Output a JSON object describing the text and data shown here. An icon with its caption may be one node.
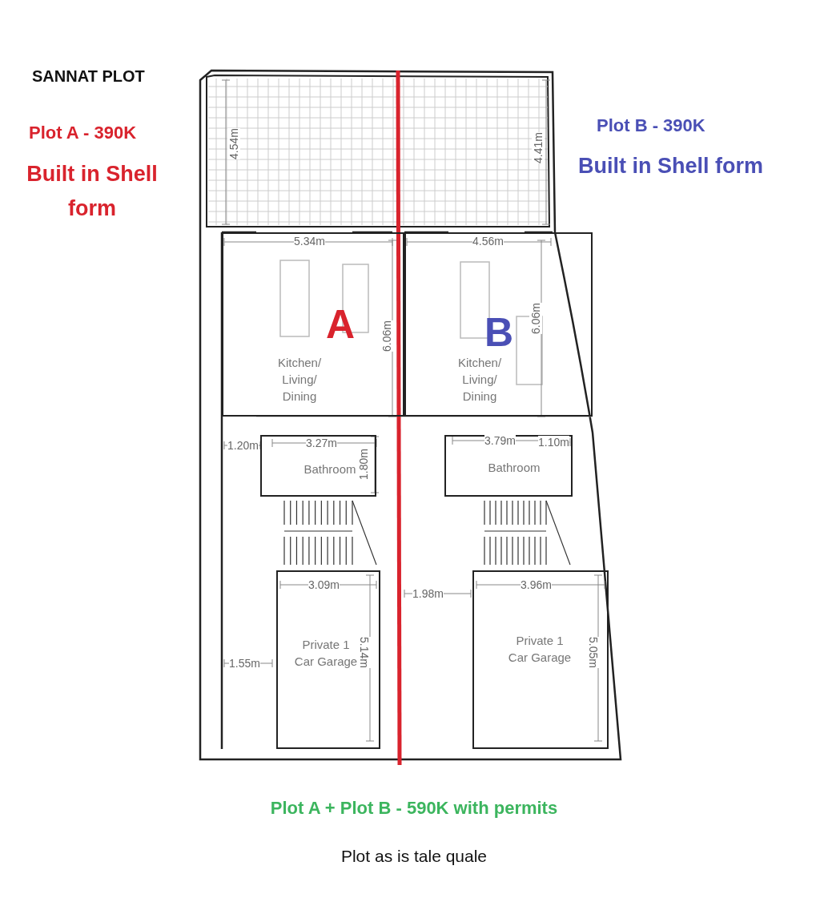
{
  "diagram": {
    "title": "SANNAT PLOT",
    "nodes": [
      {
        "text": [
          "A",
          "Kitchen/ Living/ Dining"
        ]
      },
      {
        "text": [
          "B",
          "Kitchen/ Living/ Dining"
        ]
      },
      {
        "text": [
          "Bathroom"
        ]
      },
      {
        "text": [
          "Bathroom"
        ]
      },
      {
        "text": [
          "Private 1 Car Garage"
        ]
      },
      {
        "text": [
          "Private 1 Car Garage"
        ]
      }
    ],
    "labels": [
      "Plot A - 390K",
      "Built in Shell form",
      "Plot B - 390K",
      "Built in Shell form",
      "4.54m",
      "4.41m",
      "5.34m",
      "4.56m",
      "6.06m",
      "6.06m",
      "1.20m",
      "3.27m",
      "1.80m",
      "3.79m",
      "1.10m",
      "3.09m",
      "5.14m",
      "1.98m",
      "3.96m",
      "5.05m",
      "1.55m",
      "Plot A + Plot B - 590K with permits",
      "Plot as is tale quale"
    ]
  }
}
